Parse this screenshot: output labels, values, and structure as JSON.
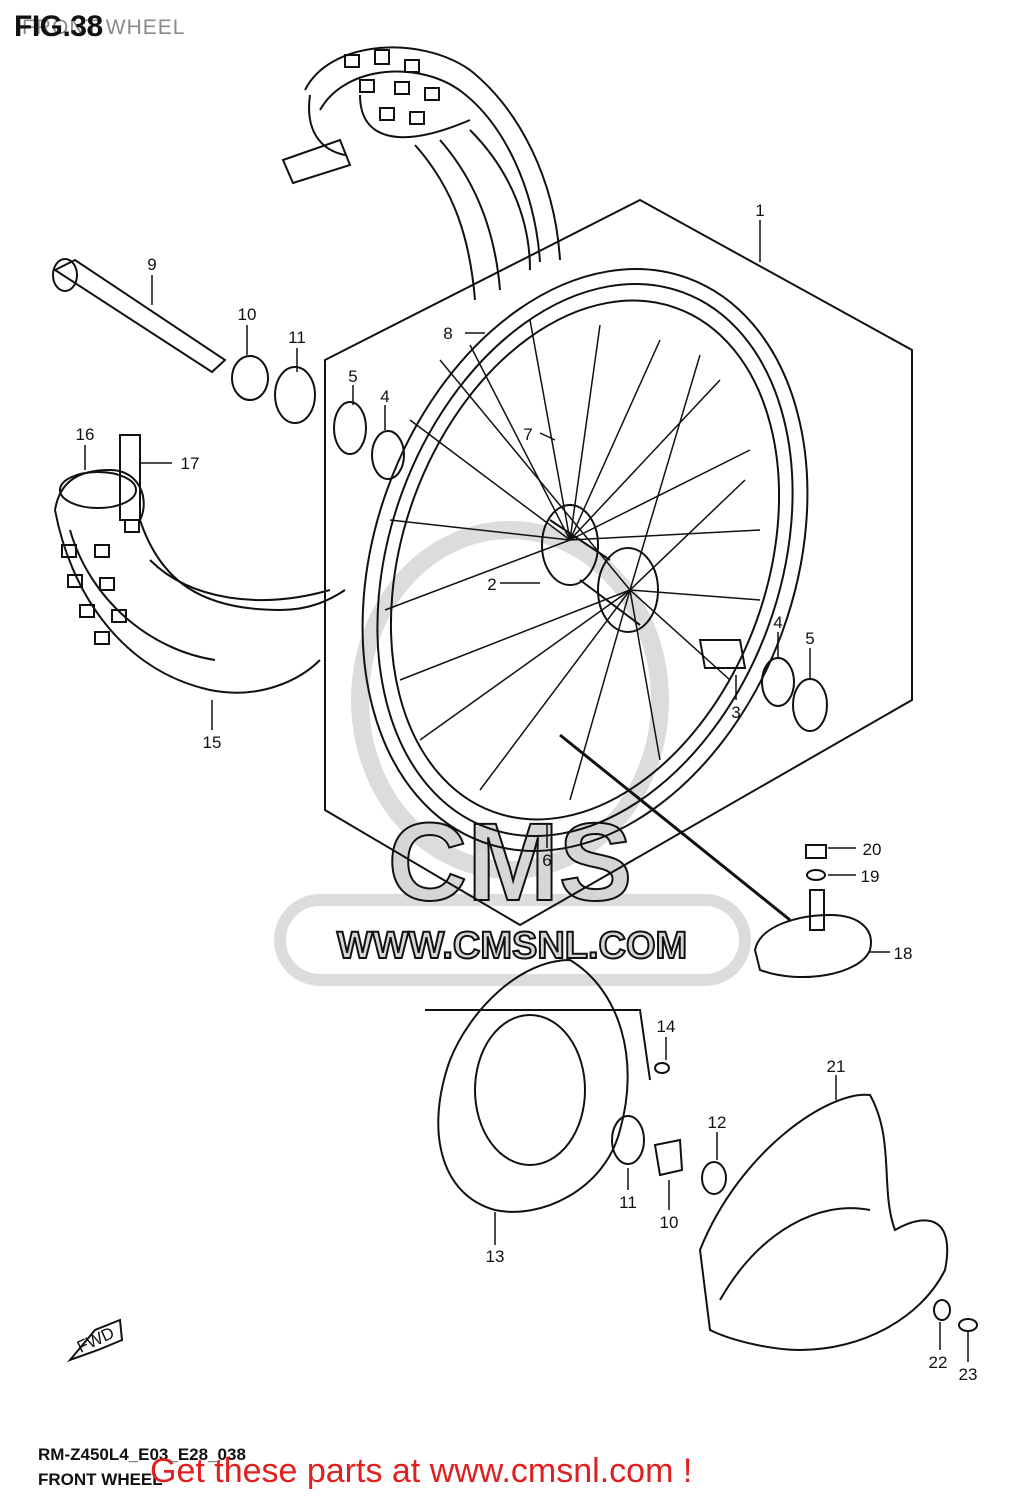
{
  "figure": {
    "title": "FIG.38",
    "subtitle": "FRONT WHEEL"
  },
  "footer": {
    "code": "RM-Z450L4_E03_E28_038",
    "label": "FRONT WHEEL"
  },
  "promo": "Get these parts at www.cmsnl.com !",
  "watermark": {
    "logo_text": "CMS",
    "url": "WWW.CMSNL.COM"
  },
  "direction_arrow": "FWD",
  "callouts": [
    "1",
    "2",
    "3",
    "4",
    "5",
    "4",
    "5",
    "6",
    "7",
    "8",
    "9",
    "10",
    "11",
    "16",
    "17",
    "15",
    "20",
    "19",
    "18",
    "14",
    "12",
    "11",
    "10",
    "13",
    "21",
    "22",
    "23"
  ],
  "colors": {
    "line": "#111111",
    "promo": "#e0201e",
    "watermark": "#d6d6d6"
  }
}
